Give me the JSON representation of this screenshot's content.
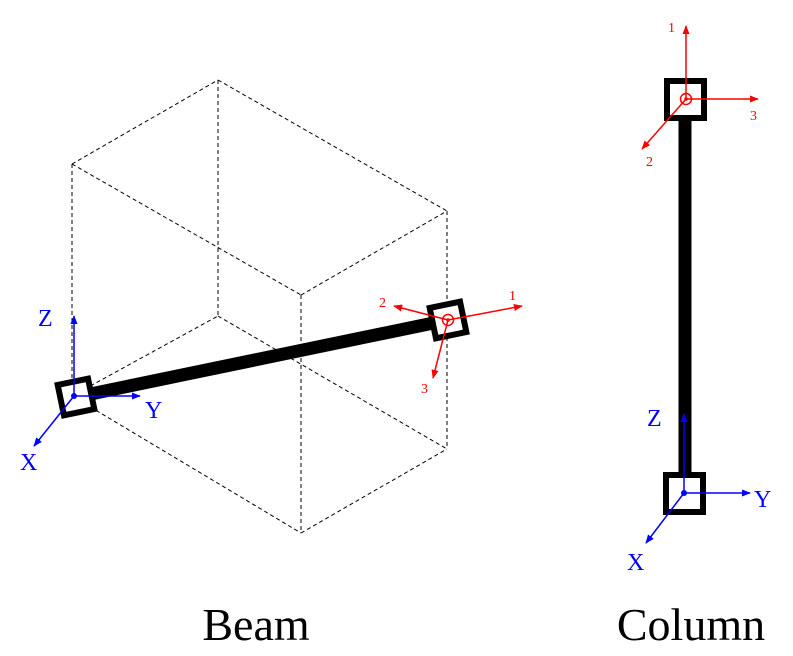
{
  "colors": {
    "global_axes": "#0000ff",
    "local_axes": "#ff0000",
    "member": "#000000",
    "box": "#000000"
  },
  "beam": {
    "caption": "Beam",
    "global_axes": {
      "x": "X",
      "y": "Y",
      "z": "Z"
    },
    "local_axes": {
      "a1": "1",
      "a2": "2",
      "a3": "3"
    }
  },
  "column": {
    "caption": "Column",
    "global_axes": {
      "x": "X",
      "y": "Y",
      "z": "Z"
    },
    "local_axes": {
      "a1": "1",
      "a2": "2",
      "a3": "3"
    }
  }
}
